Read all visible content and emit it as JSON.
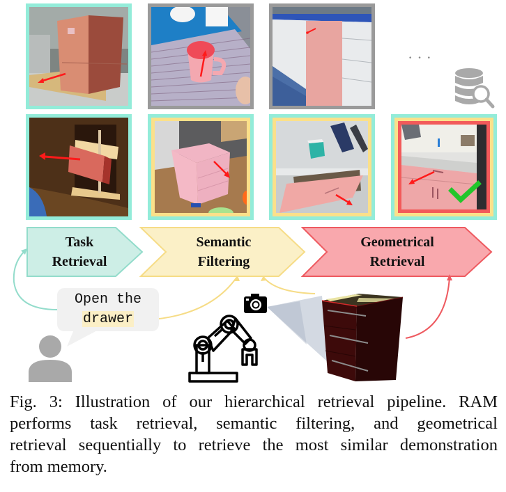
{
  "figure": {
    "memory_row": {
      "tiles": [
        {
          "name": "filing-cabinet",
          "border": "teal"
        },
        {
          "name": "mug",
          "border": "gray"
        },
        {
          "name": "dishwasher",
          "border": "gray"
        }
      ],
      "ellipsis": "···",
      "database_icon": "database-search-icon"
    },
    "retrieved_row": {
      "tiles": [
        {
          "name": "drawer-dark-room",
          "borders": [
            "teal"
          ]
        },
        {
          "name": "plastic-drawers",
          "borders": [
            "teal",
            "yellow"
          ]
        },
        {
          "name": "desk-drawer",
          "borders": [
            "teal",
            "yellow"
          ]
        },
        {
          "name": "kitchen-cabinet",
          "borders": [
            "teal",
            "yellow",
            "red"
          ],
          "selected": true
        }
      ]
    },
    "stages": [
      {
        "line1": "Task",
        "line2": "Retrieval",
        "fill": "#cdeee6",
        "stroke": "#93dccb"
      },
      {
        "line1": "Semantic",
        "line2": "Filtering",
        "fill": "#fbf0c7",
        "stroke": "#f6dc86"
      },
      {
        "line1": "Geometrical",
        "line2": "Retrieval",
        "fill": "#f9a8ad",
        "stroke": "#ee5a60"
      }
    ],
    "instruction": {
      "line1": "Open the",
      "line2": "drawer"
    },
    "colors": {
      "teal": "#93ecd9",
      "yellow": "#fbe08a",
      "red": "#f25a5a",
      "gray": "#9a9a9a",
      "check": "#22c62b",
      "arrow": "#ff1a1a"
    }
  },
  "caption": {
    "line1": "Fig. 3: Illustration of our hierarchical retrieval pipeline. RAM",
    "line2": "performs task retrieval, semantic filtering, and geometrical",
    "line3": "retrieval sequentially to retrieve the most similar demonstration",
    "line4": "from memory."
  }
}
